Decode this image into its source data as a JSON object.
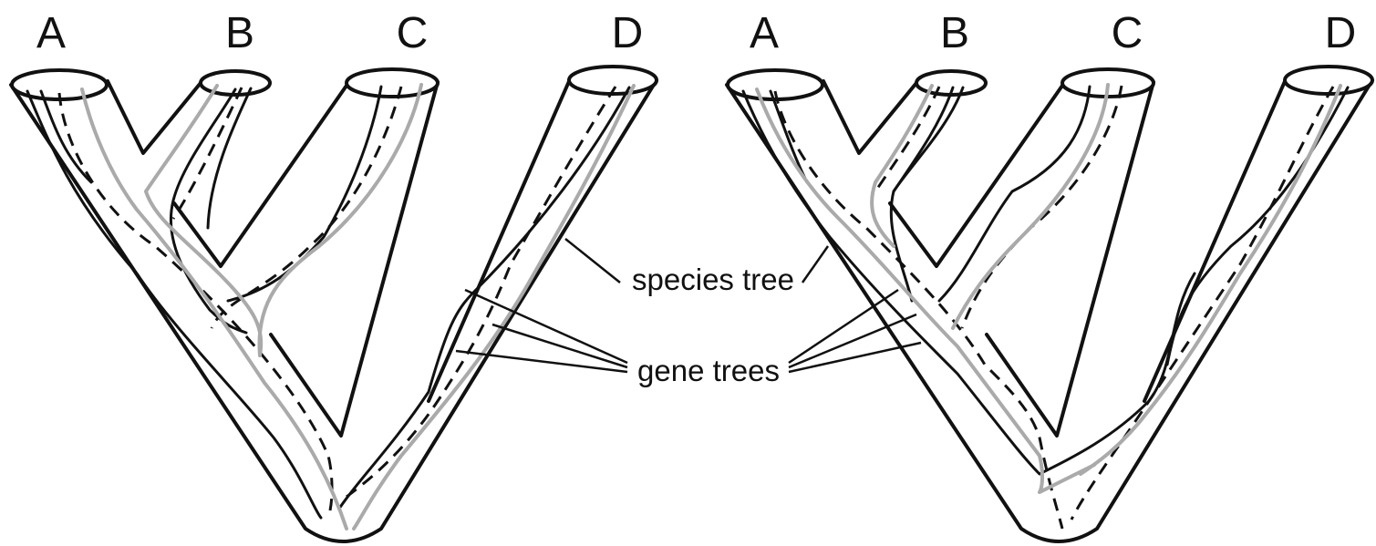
{
  "left_tree": {
    "taxa": [
      "A",
      "B",
      "C",
      "D"
    ]
  },
  "right_tree": {
    "taxa": [
      "A",
      "B",
      "C",
      "D"
    ]
  },
  "labels": {
    "species_tree": "species tree",
    "gene_trees": "gene trees"
  }
}
